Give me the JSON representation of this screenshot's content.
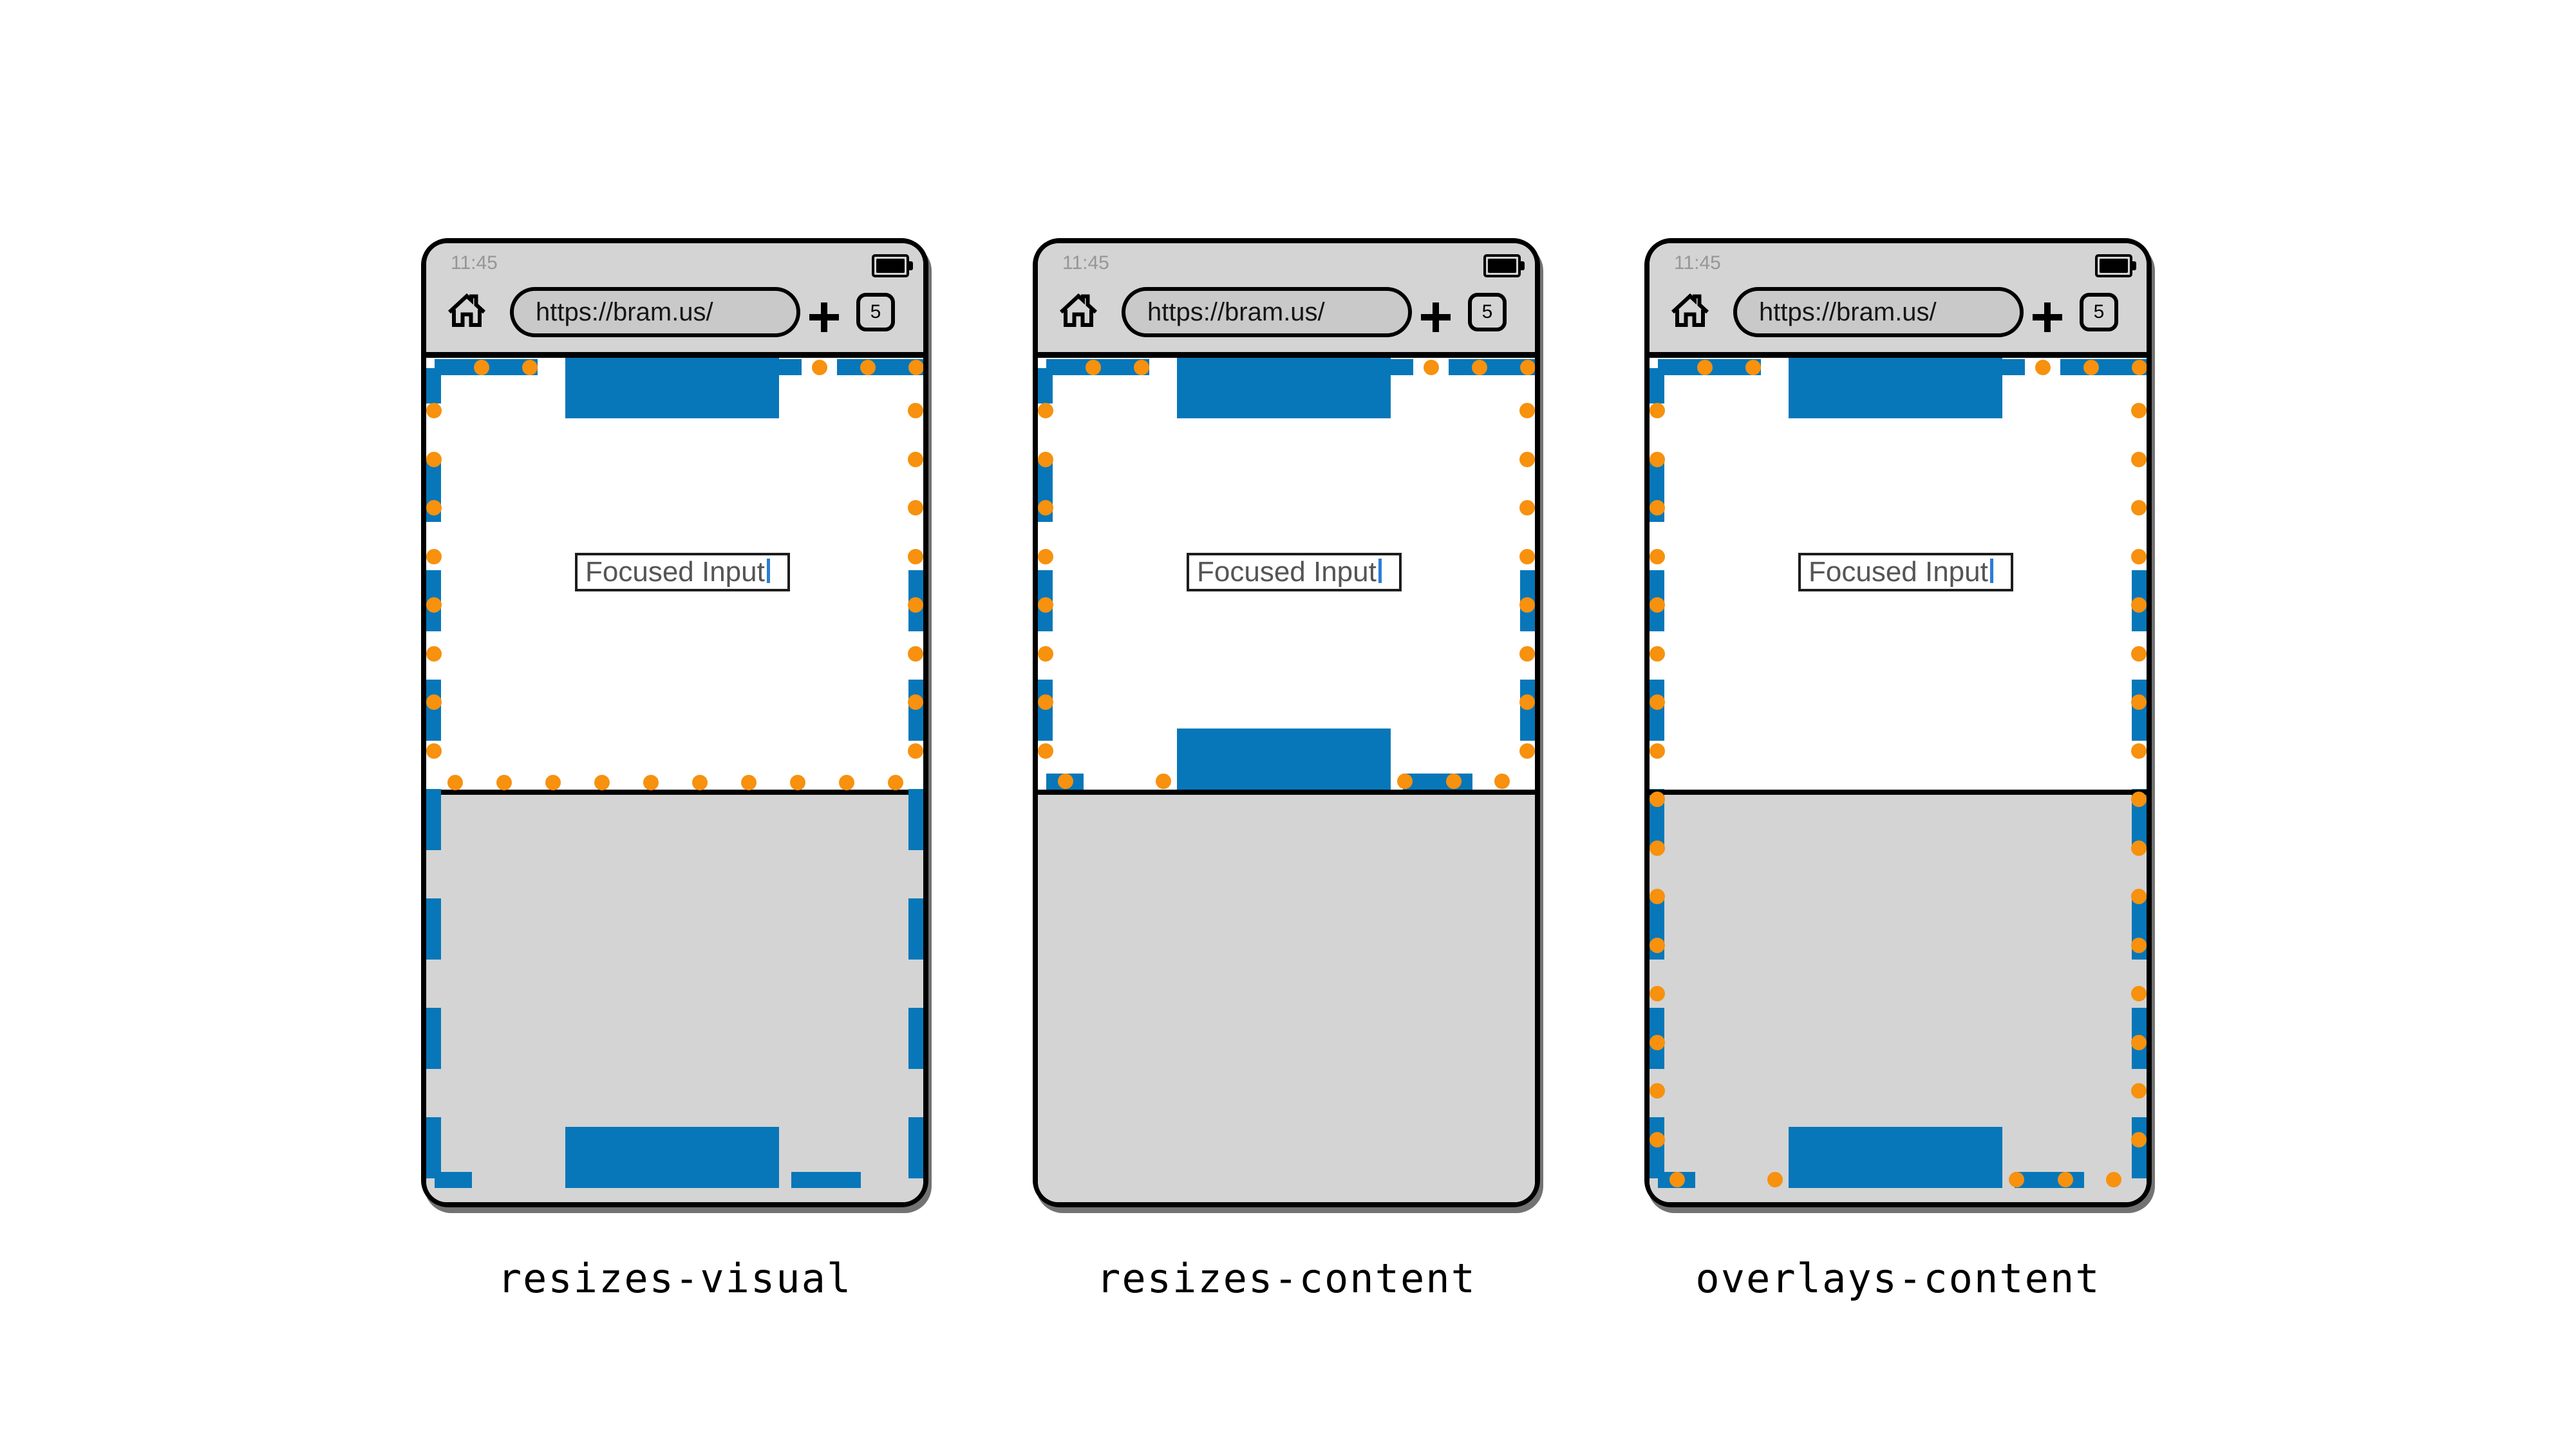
{
  "colors": {
    "layout_viewport_blue": "#0777B9",
    "visual_viewport_orange": "#F7910E",
    "chrome_gray": "#D4D4D4",
    "keyboard_gray": "#D4D4D4",
    "url_pill_gray": "#C9C9C9",
    "frame_black": "#000000",
    "status_time_gray": "#969696",
    "input_text_gray": "#555555",
    "caret_blue": "#2B7DD6"
  },
  "browser": {
    "status_time": "11:45",
    "battery_icon": "battery-full-icon",
    "home_icon": "home-icon",
    "url": "https://bram.us/",
    "new_tab_icon": "plus-icon",
    "tab_count": "5"
  },
  "page_content": {
    "input_value": "Focused Input"
  },
  "phones": [
    {
      "label": "resizes-visual",
      "layout_viewport": "full-height",
      "visual_viewport": "resized-above-keyboard"
    },
    {
      "label": "resizes-content",
      "layout_viewport": "resized-above-keyboard",
      "visual_viewport": "resized-above-keyboard"
    },
    {
      "label": "overlays-content",
      "layout_viewport": "full-height",
      "visual_viewport": "full-height"
    }
  ]
}
